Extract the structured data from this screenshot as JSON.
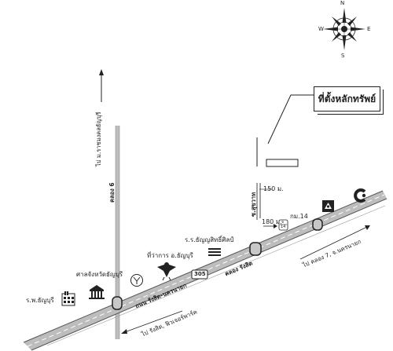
{
  "title_box": {
    "text": "ที่ตั้งหลักทรัพย์"
  },
  "compass": {
    "n": "N",
    "s": "S",
    "e": "E",
    "w": "W"
  },
  "roads": {
    "main_road_label": "ถนน รังสิต-นครนายก",
    "canal_label": "คลอง รังสิต",
    "canal6_label": "คลอง 6",
    "soi_label": "ซ.สุขวาท"
  },
  "directions": {
    "north": "ไป ม.ราชมงคลธัญบุรี",
    "east": "ไป คลอง 7, จ.นครนายก",
    "west": "ไป รังสิต, ฟิวเจอร์พาร์ค"
  },
  "distances": {
    "d150": "150 ม.",
    "d180": "180 ม.",
    "km": "กม.14"
  },
  "places": {
    "hospital": "ร.พ.ธัญบุรี",
    "court": "ศาลจังหวัดธัญบุรี",
    "district_office": "ที่ว่าการ อ.ธัญบุรี",
    "school": "ร.ร.ธัญญสิทธิ์ศิลป์"
  },
  "route_number": "305",
  "km_marker": {
    "top": "จ",
    "bottom": "14"
  }
}
